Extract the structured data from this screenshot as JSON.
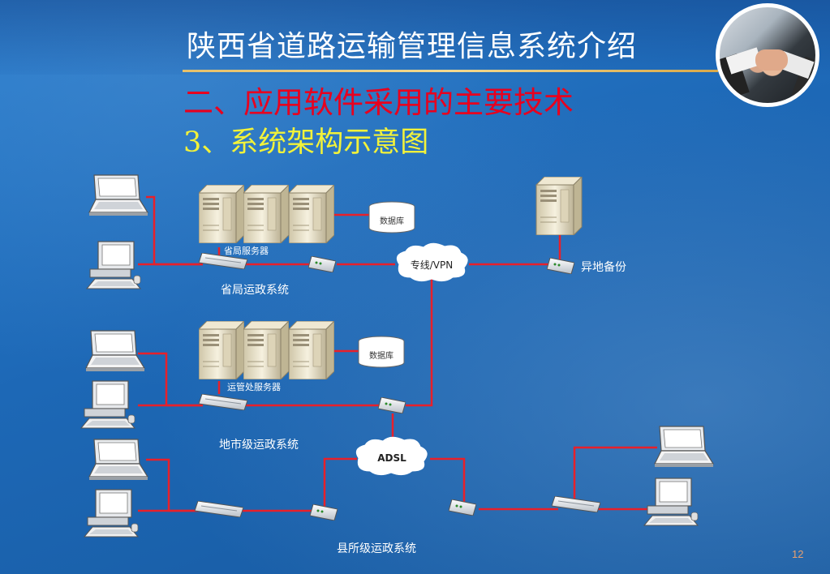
{
  "header": {
    "title": "陕西省道路运输管理信息系统介绍",
    "subtitle": "二、应用软件采用的主要技术",
    "subtitle2": "3、系统架构示意图"
  },
  "diagram": {
    "labels": {
      "database_top": "数据库",
      "province_servers": "省局服务器",
      "province_system": "省局运政系统",
      "vpn_cloud": "专线/VPN",
      "remote_backup": "异地备份",
      "database_mid": "数据库",
      "bureau_servers": "运管处服务器",
      "city_system": "地市级运政系统",
      "adsl_cloud": "ADSL",
      "county_system": "县所级运政系统"
    },
    "colors": {
      "link": "#e8202a",
      "label": "#ffffff",
      "title": "#ffffff",
      "subtitle": "#e8001e",
      "subtitle2": "#f2f23a"
    }
  },
  "footer": {
    "page_number": "12"
  }
}
